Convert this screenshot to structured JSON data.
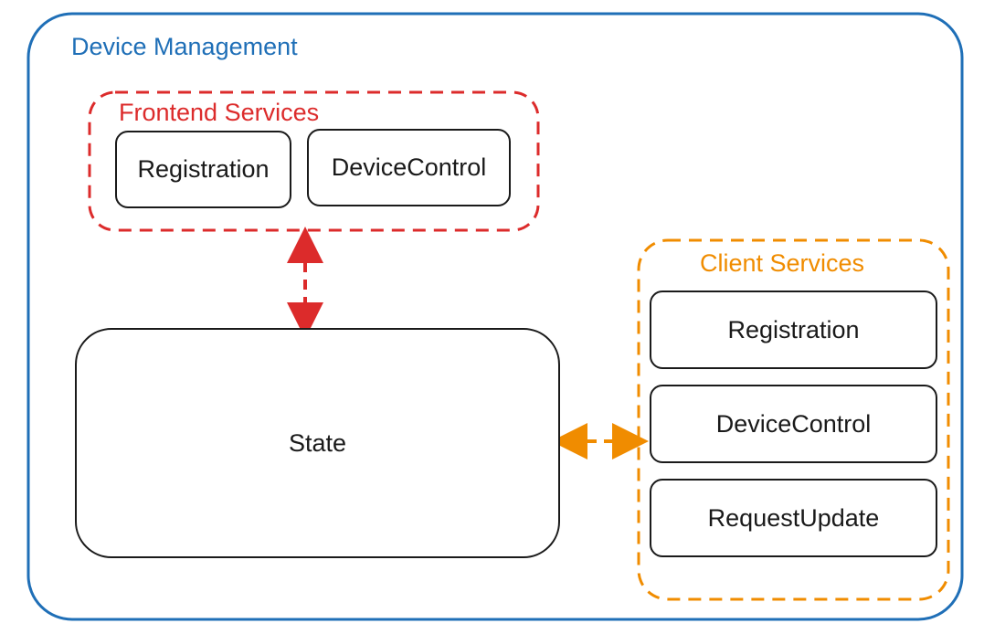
{
  "colors": {
    "device_management": "#1f6fb7",
    "frontend_services": "#dc2b2b",
    "client_services": "#f08c00",
    "box_border": "#1a1a1a"
  },
  "device_management": {
    "title": "Device Management"
  },
  "frontend_services": {
    "title": "Frontend Services",
    "items": [
      "Registration",
      "DeviceControl"
    ]
  },
  "client_services": {
    "title": "Client Services",
    "items": [
      "Registration",
      "DeviceControl",
      "RequestUpdate"
    ]
  },
  "state": {
    "label": "State"
  }
}
